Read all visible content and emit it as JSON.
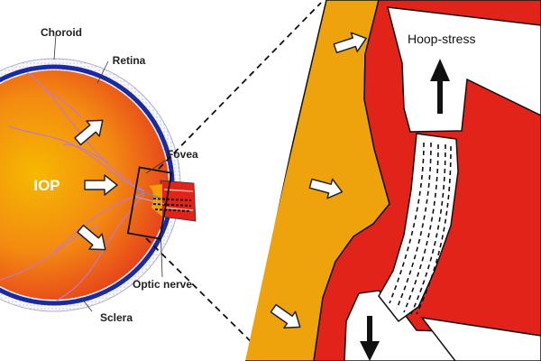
{
  "labels": {
    "choroid": "Choroid",
    "retina": "Retina",
    "fovea": "Fovea",
    "iop": "IOP",
    "optic_nerve": "Optic nerve",
    "sclera": "Sclera",
    "hoop_stress": "Hoop-stress"
  },
  "colors": {
    "eye_inner": "#f4b400",
    "eye_outer": "#e8401c",
    "sclera_dots": "#d8d8e8",
    "choroid": "#1a2aa0",
    "vessel": "#c070c0",
    "nerve_red": "#e2231a",
    "lamina_yellow": "#eea20c",
    "arrow_fill": "#ffffff",
    "outline": "#000000"
  },
  "icons": {
    "pressure_arrow": "right-arrow-icon",
    "stress_arrow": "arrow-icon"
  }
}
